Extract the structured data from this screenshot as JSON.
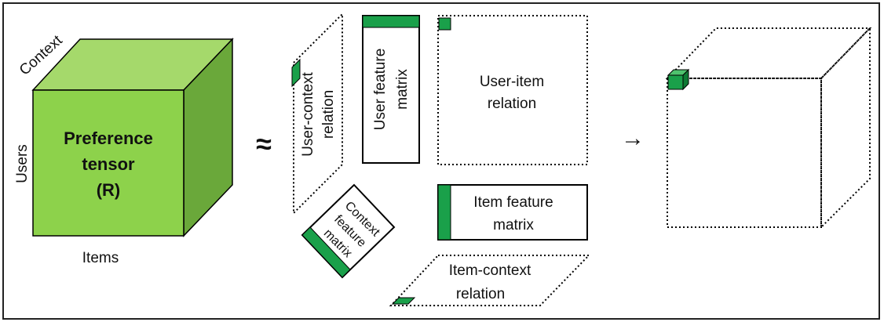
{
  "cube": {
    "axis_context": "Context",
    "axis_users": "Users",
    "axis_items": "Items",
    "title_line1": "Preference",
    "title_line2": "tensor",
    "title_line3": "(R)"
  },
  "approx_symbol": "≈",
  "arrow_symbol": "→",
  "factors": {
    "user_context_line1": "User-context",
    "user_context_line2": "relation",
    "user_feature_line1": "User feature",
    "user_feature_line2": "matrix",
    "user_item_line1": "User-item",
    "user_item_line2": "relation",
    "item_feature_line1": "Item feature",
    "item_feature_line2": "matrix",
    "context_feature_line1": "Context",
    "context_feature_line2": "feature",
    "context_feature_line3": "matrix",
    "item_context_line1": "Item-context",
    "item_context_line2": "relation"
  },
  "colors": {
    "cube_front": "#8dd24b",
    "cube_top": "#a5d96b",
    "cube_side": "#6aa83a",
    "accent_green": "#1aa04a"
  }
}
